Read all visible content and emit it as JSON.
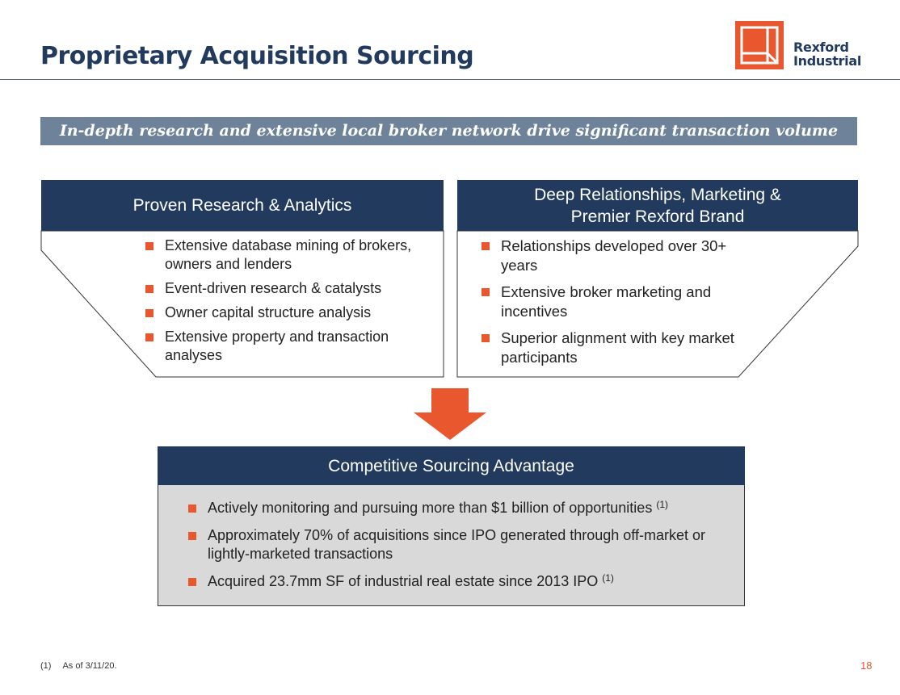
{
  "header": {
    "title": "Proprietary Acquisition Sourcing",
    "logo_line1": "Rexford",
    "logo_line2": "Industrial",
    "logo_color": "#e8572e"
  },
  "banner": {
    "text": "In-depth research and extensive local broker network drive significant transaction volume"
  },
  "left_panel": {
    "heading": "Proven Research & Analytics",
    "bullets": [
      "Extensive database mining of brokers, owners and lenders",
      "Event-driven research & catalysts",
      "Owner capital structure analysis",
      "Extensive property and transaction analyses"
    ]
  },
  "right_panel": {
    "heading_line1": "Deep Relationships, Marketing &",
    "heading_line2": "Premier Rexford Brand",
    "bullets": [
      "Relationships developed over 30+ years",
      "Extensive broker marketing and incentives",
      "Superior alignment with key market participants"
    ]
  },
  "bottom_panel": {
    "heading": "Competitive Sourcing Advantage",
    "bullets": [
      {
        "text": "Actively monitoring and pursuing more than $1 billion of opportunities",
        "sup": "(1)"
      },
      {
        "text": "Approximately 70% of acquisitions since IPO generated through off-market or lightly-marketed transactions",
        "sup": ""
      },
      {
        "text": "Acquired 23.7mm SF of industrial real estate since 2013 IPO",
        "sup": "(1)"
      }
    ]
  },
  "footer": {
    "footnote_num": "(1)",
    "footnote_text": "As of 3/11/20.",
    "page_number": "18"
  },
  "colors": {
    "navy": "#223a5e",
    "accent": "#e8572e",
    "banner": "#6e839a",
    "bottom_fill": "#d9d9d9"
  }
}
